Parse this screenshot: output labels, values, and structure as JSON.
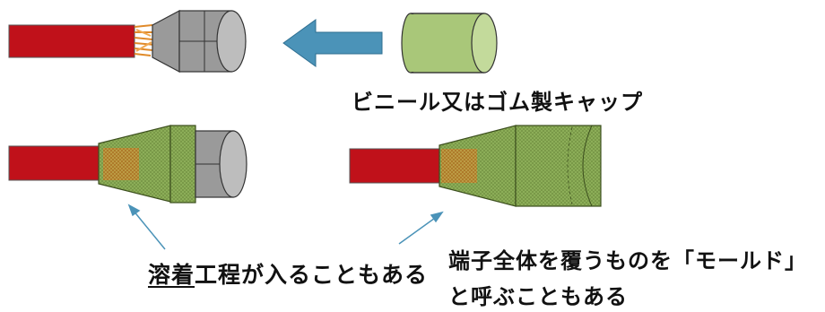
{
  "labels": {
    "cap": "ビニール又はゴム製キャップ",
    "welding_underlined": "溶着",
    "welding_rest": "工程が入ることもある",
    "mold_line1": "端子全体を覆うものを「モールド」",
    "mold_line2": "と呼ぶこともある"
  },
  "colors": {
    "cable": "#c0111a",
    "terminal": "#9a9a9a",
    "cap": "#a9c779",
    "arrow": "#4b93b8",
    "mold": "#93b35a",
    "copper": "#e08a2a"
  }
}
